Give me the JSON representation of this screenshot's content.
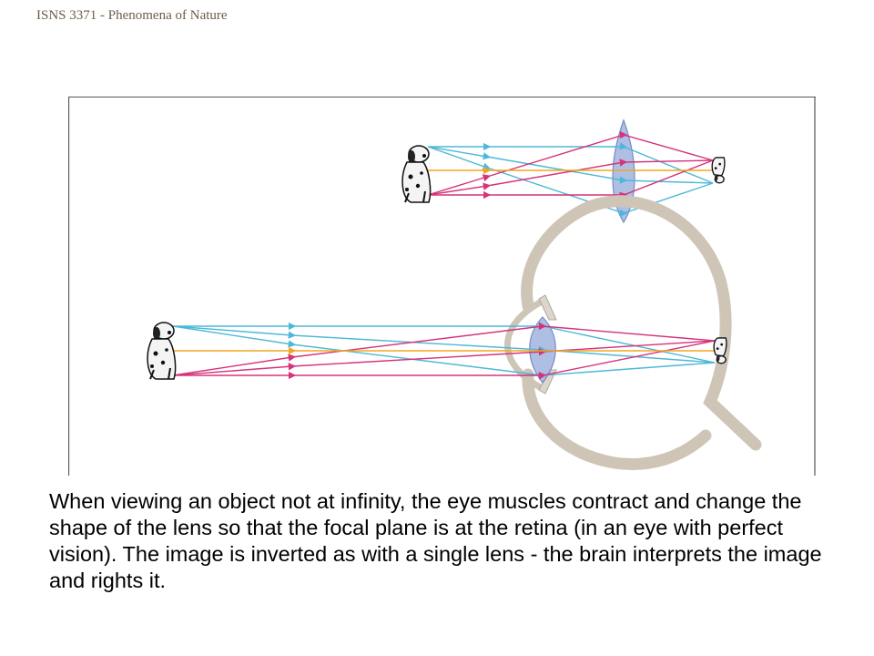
{
  "slide": {
    "header": "ISNS 3371 - Phenomena of Nature",
    "caption": "When viewing an object not at infinity, the eye muscles contract and change the shape of the lens so that the focal plane is at the retina (in an eye with perfect vision). The image is inverted as with a single lens - the brain interprets the image and rights it."
  },
  "figure": {
    "colors": {
      "top_rays": "#4db8d8",
      "bottom_rays": "#d6337a",
      "axis_ray": "#f2a521",
      "lens_fill": "#a7b9e0",
      "lens_stroke": "#6a7fbf",
      "eye_wall": "#cfc5b7",
      "frame": "#555555"
    },
    "panels": [
      {
        "name": "single-lens"
      },
      {
        "name": "eye"
      }
    ]
  }
}
